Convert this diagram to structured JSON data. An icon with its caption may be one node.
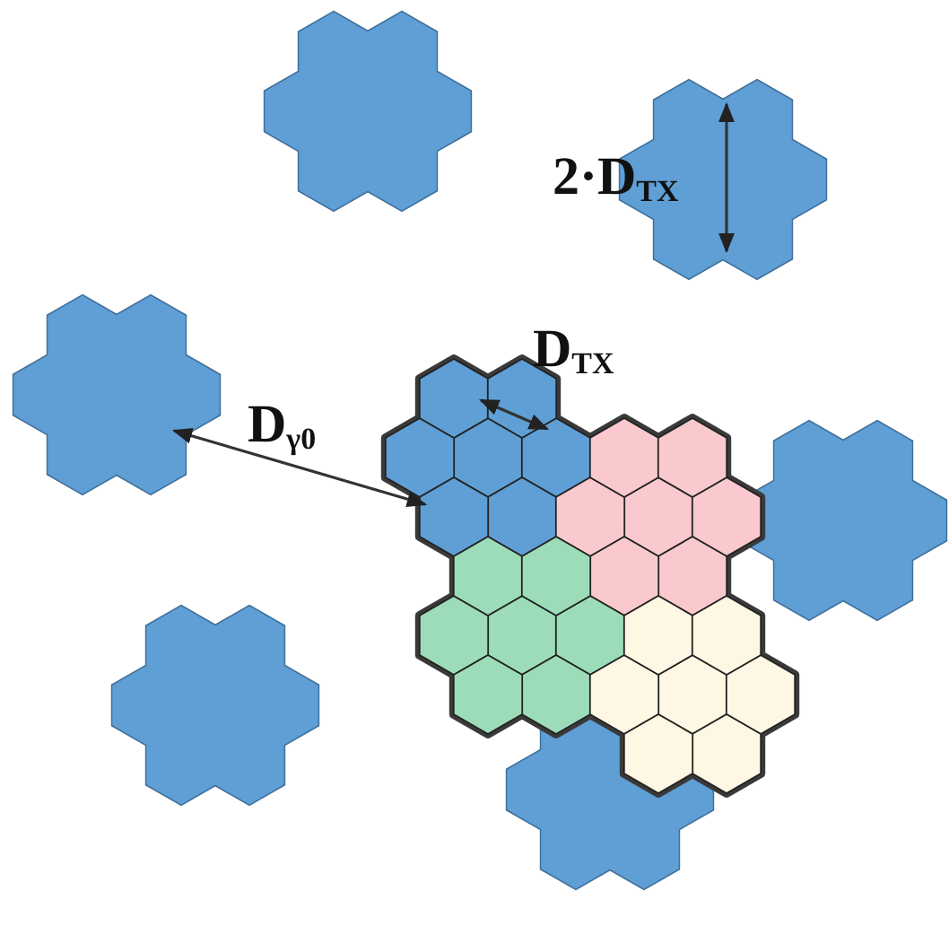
{
  "diagram": {
    "labels": [
      "2·D$_{TX}$",
      "D$_{TX}$",
      "D$_{γ0}$"
    ]
  }
}
